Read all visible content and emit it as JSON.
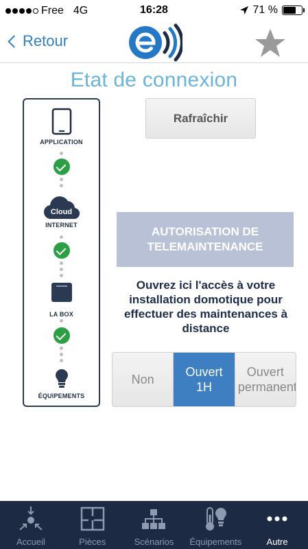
{
  "status_bar": {
    "carrier": "Free",
    "network": "4G",
    "time": "16:28",
    "battery": "71 %",
    "battery_level": 0.71
  },
  "nav": {
    "back_label": "Retour"
  },
  "page": {
    "title": "Etat de connexion"
  },
  "chain": {
    "nodes": [
      {
        "label": "APPLICATION",
        "icon": "tablet-icon",
        "status": "ok"
      },
      {
        "label": "INTERNET",
        "icon": "cloud-icon",
        "icon_text": "Cloud",
        "status": "ok"
      },
      {
        "label": "LA BOX",
        "icon": "box-icon",
        "status": "ok"
      },
      {
        "label": "ÉQUIPEMENTS",
        "icon": "bulb-icon"
      }
    ]
  },
  "refresh_label": "Rafraîchir",
  "remote": {
    "header": "AUTORISATION DE TELEMAINTENANCE",
    "description": "Ouvrez ici l'accès à votre installation domotique pour effectuer des maintenances à distance",
    "options": [
      "Non",
      "Ouvert 1H",
      "Ouvert permanent"
    ],
    "selected": "Ouvert 1H"
  },
  "tabs": [
    {
      "label": "Accueil",
      "icon": "home-arrows-icon"
    },
    {
      "label": "Pièces",
      "icon": "floorplan-icon"
    },
    {
      "label": "Scénarios",
      "icon": "network-icon"
    },
    {
      "label": "Équipements",
      "icon": "thermometer-bulb-icon"
    },
    {
      "label": "Autre",
      "icon": "more-dots-icon",
      "active": true
    }
  ],
  "colors": {
    "accent": "#3d7fc0",
    "title": "#6ab4d8",
    "check": "#2c9f45",
    "tabbar": "#1c2a44"
  }
}
